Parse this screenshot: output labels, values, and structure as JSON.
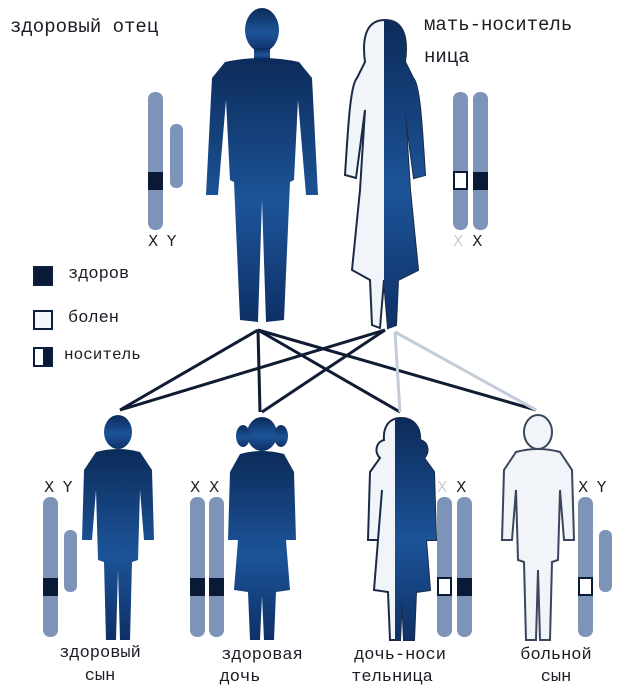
{
  "colors": {
    "dark": "#123e74",
    "darkest": "#0a1a36",
    "light": "#edf1f7",
    "chromosome": "#7d93b7",
    "line_dark": "#0f1c33",
    "line_light": "#c3ccd9"
  },
  "parents": {
    "father": {
      "label": "здоровый отец",
      "sex": "X Y"
    },
    "mother": {
      "label_line1": "мать-носитель",
      "label_line2": "ница",
      "sex_x1": "X",
      "sex_x2": "X"
    }
  },
  "legend": {
    "healthy": "здоров",
    "sick": "болен",
    "carrier": "носитель"
  },
  "children": [
    {
      "line1": "здоровый",
      "line2": "сын",
      "sex": "X Y"
    },
    {
      "line1": "здоровая",
      "line2": "дочь",
      "sex": "X X"
    },
    {
      "line1": "дочь-носи",
      "line2": "тельница",
      "sex_x1": "X",
      "sex_x2": "X"
    },
    {
      "line1": "больной",
      "line2": "сын",
      "sex": "X Y"
    }
  ]
}
